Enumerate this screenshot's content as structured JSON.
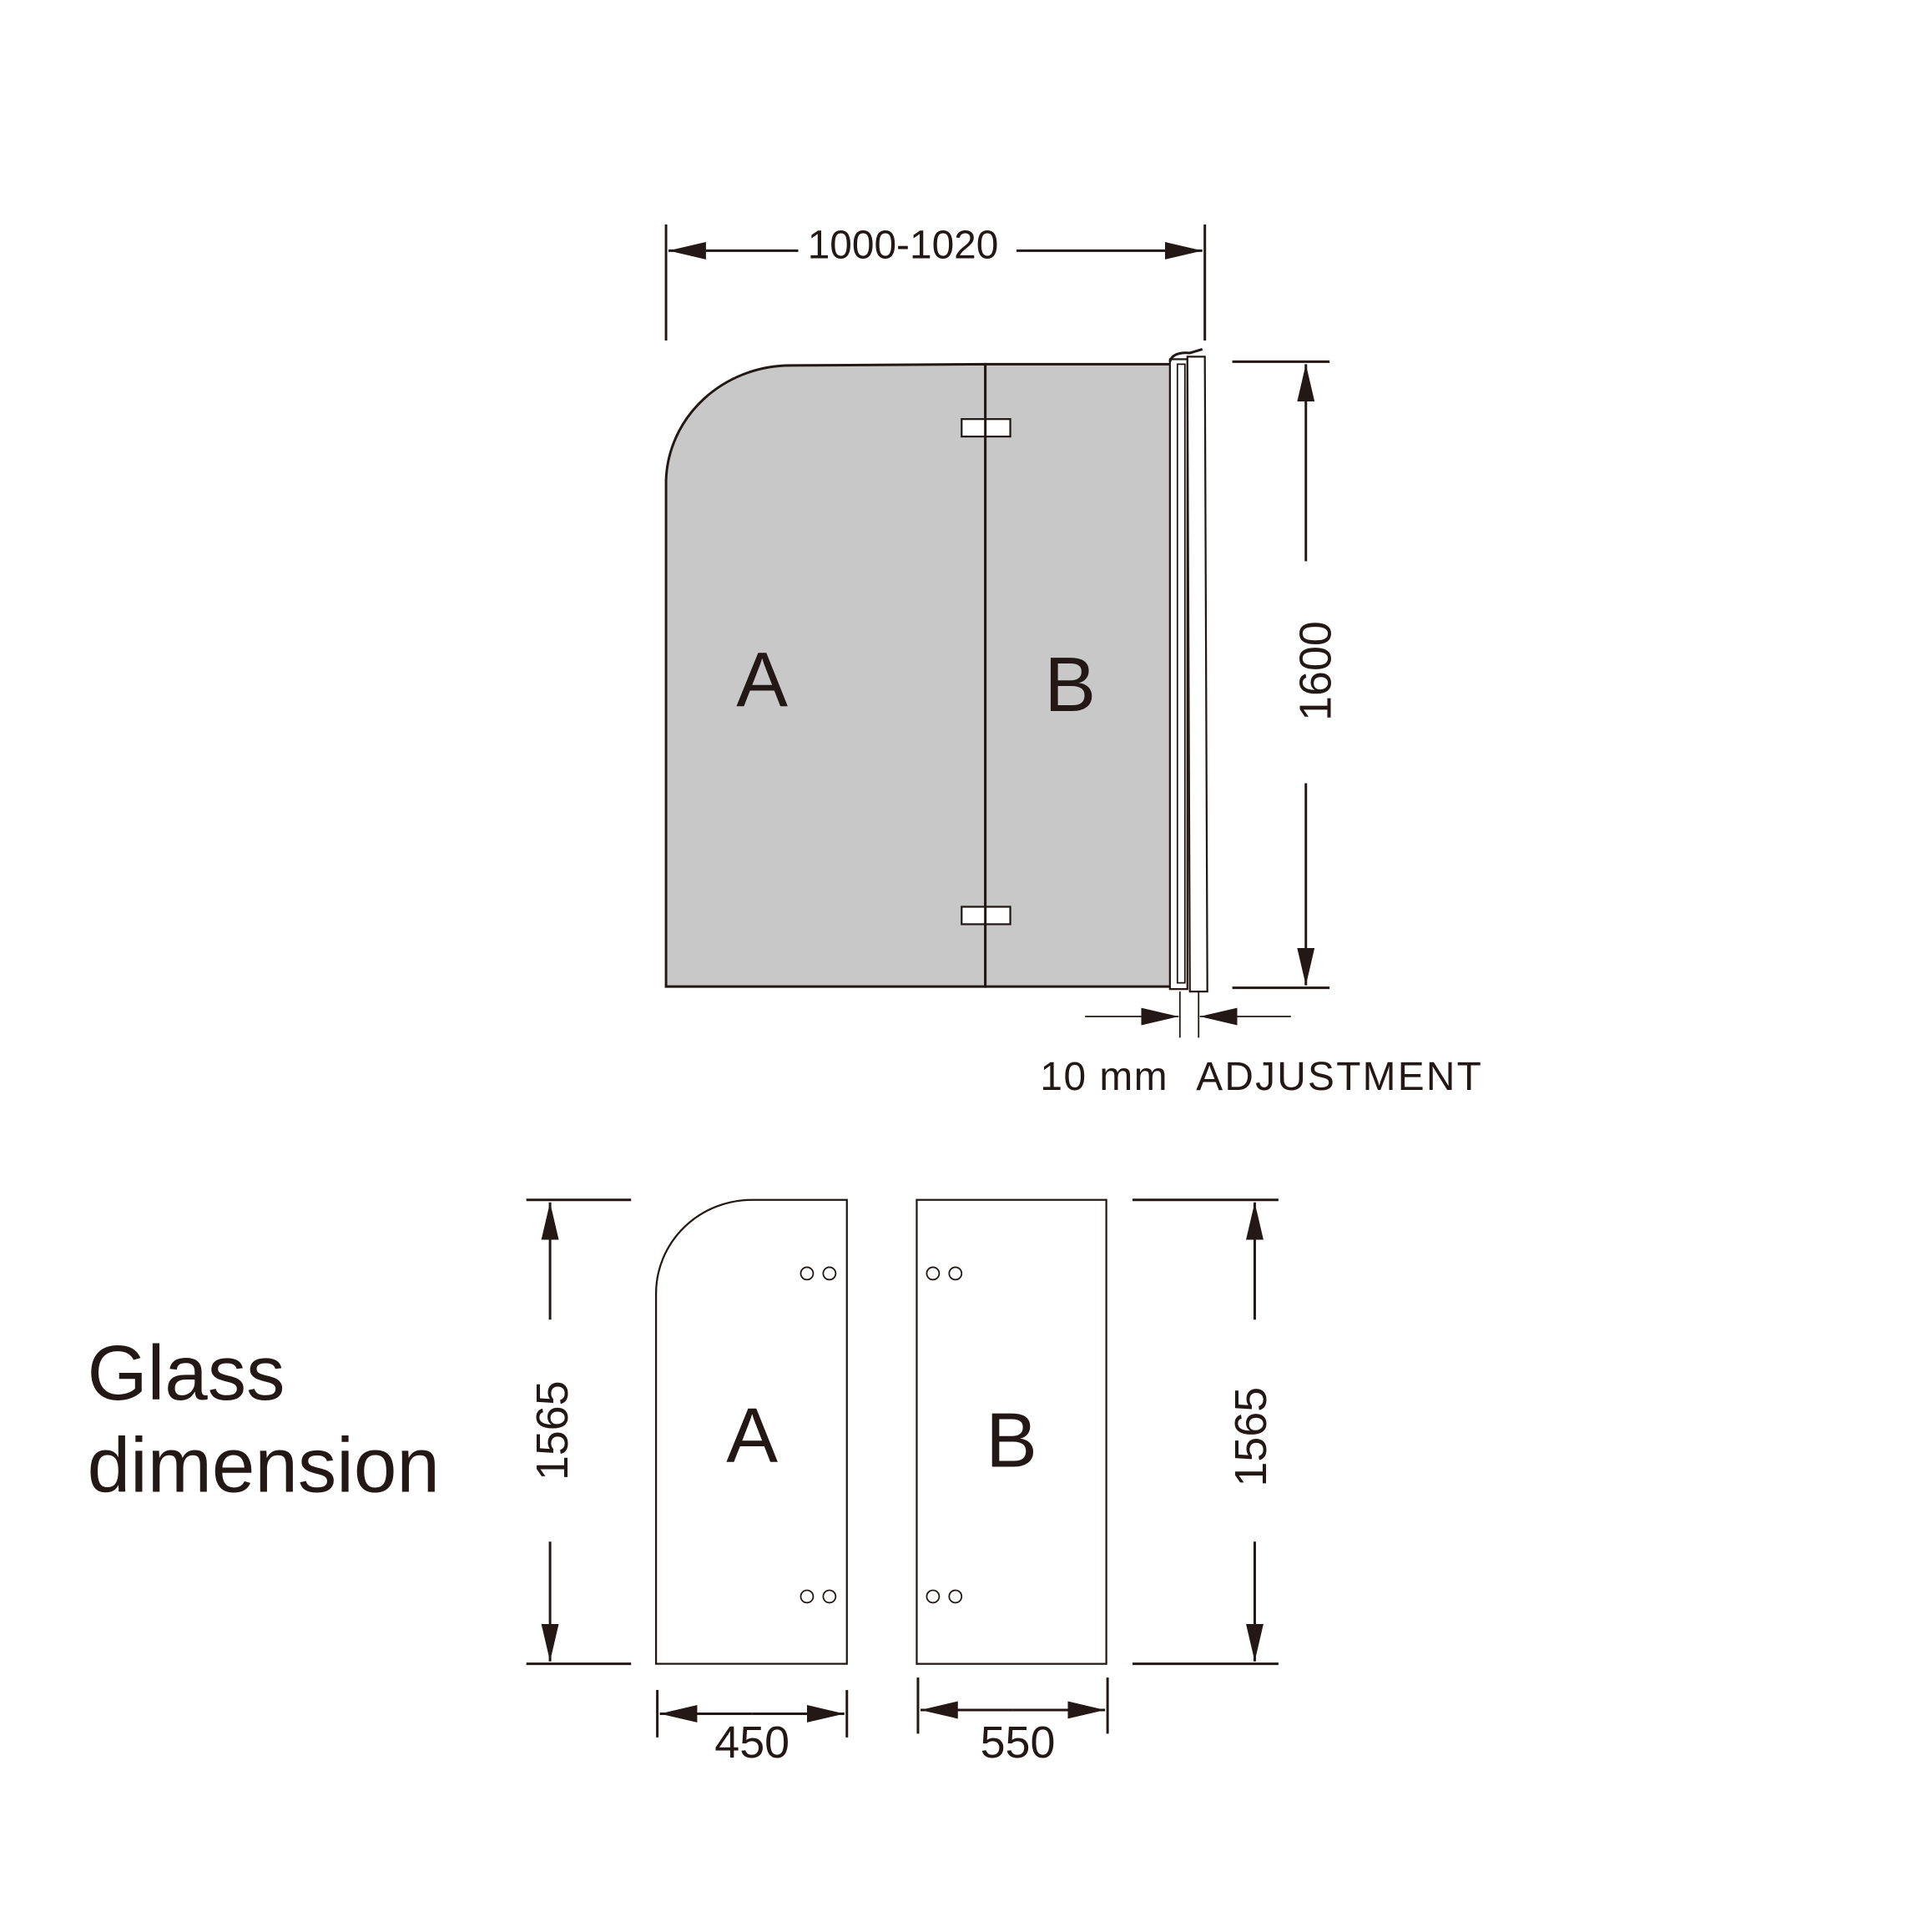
{
  "top_view": {
    "width_dimension": "1000-1020",
    "height_dimension": "1600",
    "panel_a_label": "A",
    "panel_b_label": "B",
    "adjustment_value": "10 mm",
    "adjustment_label": "ADJUSTMENT"
  },
  "glass_dimension": {
    "title_line1": "Glass",
    "title_line2": "dimension",
    "panel_a": {
      "label": "A",
      "height": "1565",
      "width": "450"
    },
    "panel_b": {
      "label": "B",
      "height": "1565",
      "width": "550"
    }
  },
  "colors": {
    "line": "#231815",
    "glass": "#c8c8c8"
  }
}
